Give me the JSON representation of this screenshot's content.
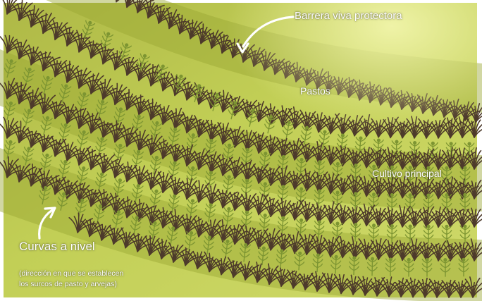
{
  "labels": {
    "barrera_viva": "Barrera viva protectora",
    "pastos": "Pastos",
    "cultivo_principal": "Cultivo principal",
    "curvas_a_nivel": "Curvas a nivel",
    "nota_linea1": "(dirección en que se establecen",
    "nota_linea2": "los surcos de pasto y arvejas)"
  },
  "colors": {
    "field_light": "#c2cf56",
    "field_dark": "#98a632",
    "grass_dark": "#4d3a2b",
    "pea_green": "#7d9532",
    "label_text": "#ffffff"
  }
}
